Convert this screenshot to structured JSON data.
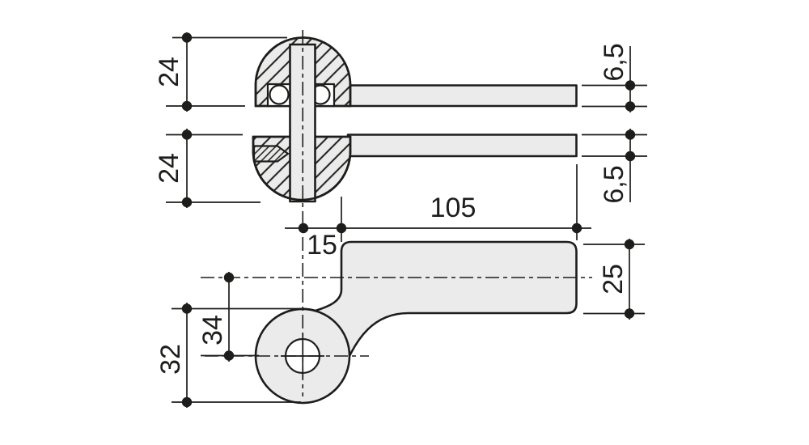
{
  "drawing": {
    "kind": "hinge-technical-drawing",
    "dimensions": {
      "knuckle_top_height": "24",
      "knuckle_bottom_height": "24",
      "top_plate_thickness": "6,5",
      "bottom_plate_thickness": "6,5",
      "arm_length": "105",
      "pivot_offset": "15",
      "arm_width": "25",
      "boss_center_distance": "34",
      "boss_outer_size": "32"
    },
    "colors": {
      "part_fill": "#ebebeb",
      "line": "#1d1d1b",
      "background": "#ffffff"
    }
  }
}
